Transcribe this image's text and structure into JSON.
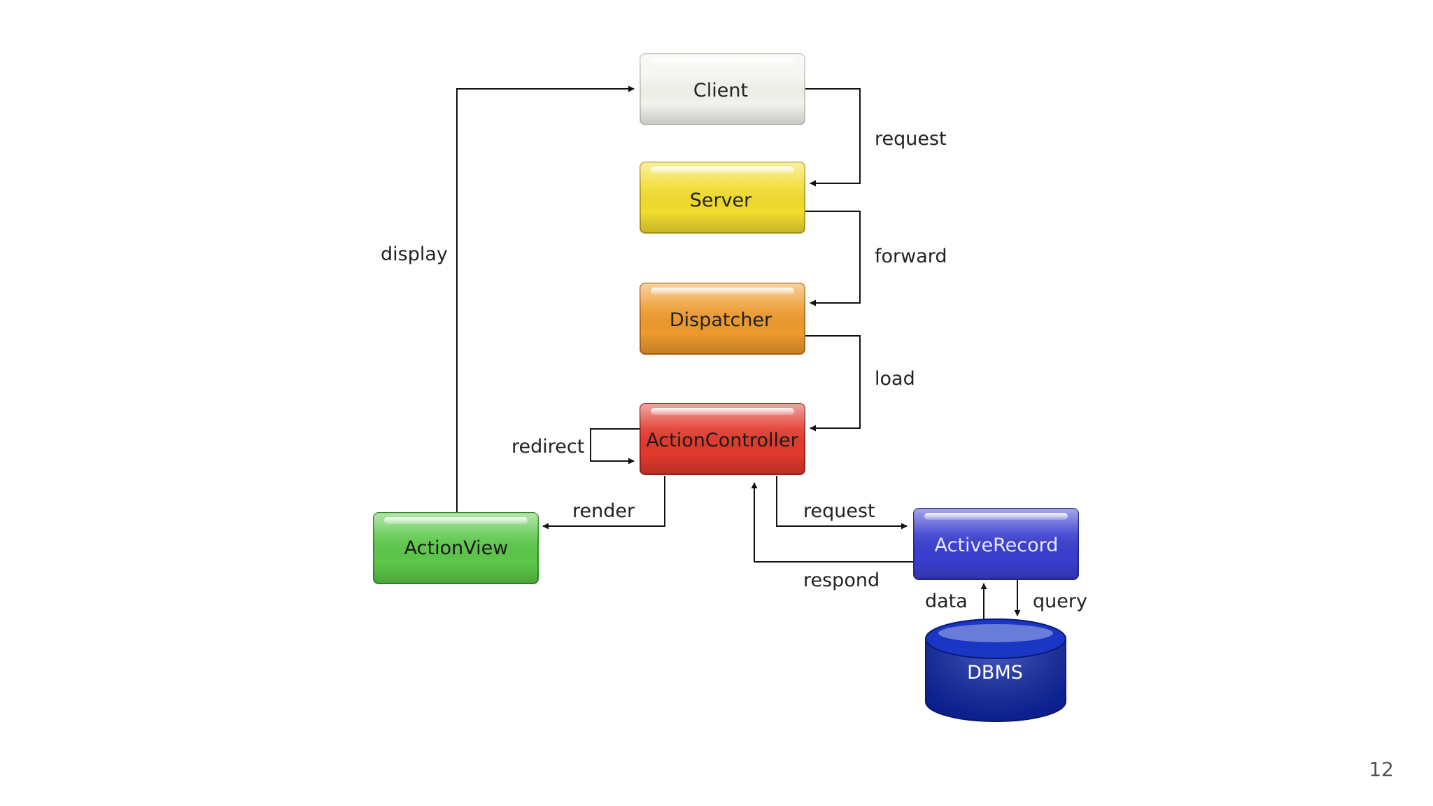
{
  "nodes": {
    "client": {
      "label": "Client",
      "color": "#f3f3ee",
      "text_color": "#222222"
    },
    "server": {
      "label": "Server",
      "color": "#f2dc2e",
      "text_color": "#222222"
    },
    "dispatcher": {
      "label": "Dispatcher",
      "color": "#ee9a2e",
      "text_color": "#222222"
    },
    "action_controller": {
      "label": "ActionController",
      "color": "#e2392c",
      "text_color": "#1a1a1a"
    },
    "action_view": {
      "label": "ActionView",
      "color": "#5cc84a",
      "text_color": "#1a1a1a"
    },
    "active_record": {
      "label": "ActiveRecord",
      "color": "#3a3fd0",
      "text_color": "#e8e8ff"
    },
    "dbms": {
      "label": "DBMS",
      "color": "#0d25a6",
      "text_color": "#ffffff"
    }
  },
  "edges": {
    "client_server": "request",
    "server_dispatcher": "forward",
    "dispatcher_controller": "load",
    "controller_redirect": "redirect",
    "controller_view": "render",
    "controller_record": "request",
    "record_controller": "respond",
    "dbms_record": "data",
    "record_dbms": "query",
    "view_client": "display"
  },
  "page_number": "12"
}
